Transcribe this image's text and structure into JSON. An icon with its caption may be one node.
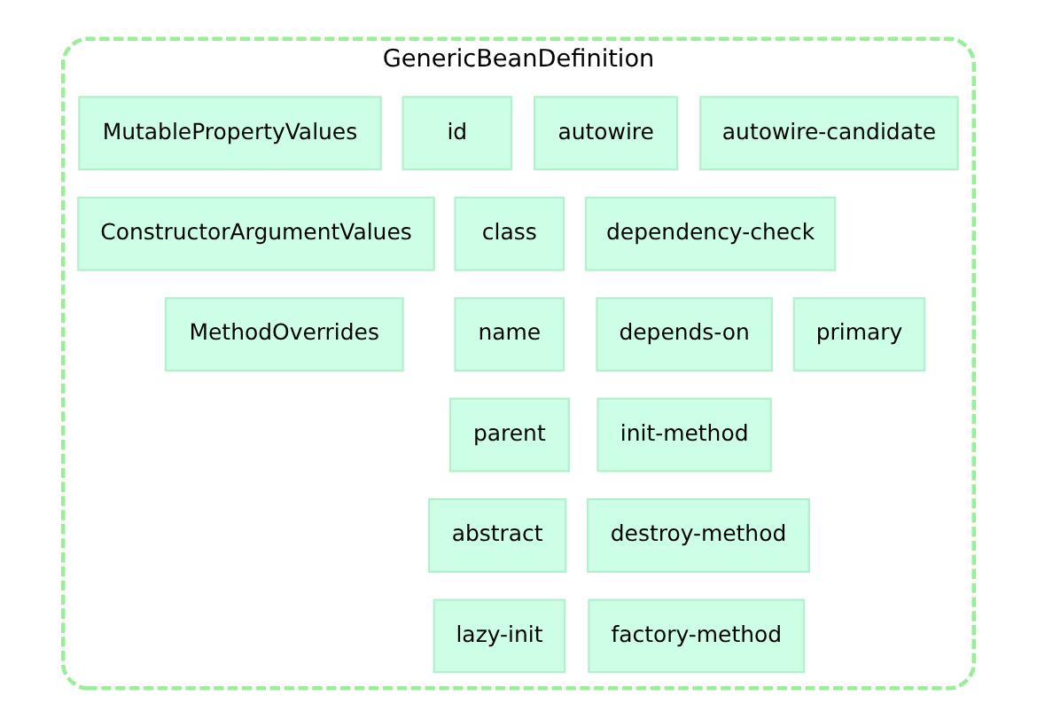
{
  "diagram": {
    "nodes": [
      {
        "text": [
          "GenericBeanDefinition"
        ]
      },
      {
        "text": [
          "MutablePropertyValues"
        ],
        "in": 0
      },
      {
        "text": [
          "id"
        ],
        "in": 0
      },
      {
        "text": [
          "autowire"
        ],
        "in": 0
      },
      {
        "text": [
          "autowire-candidate"
        ],
        "in": 0
      },
      {
        "text": [
          "ConstructorArgumentValues"
        ],
        "in": 0
      },
      {
        "text": [
          "class"
        ],
        "in": 0
      },
      {
        "text": [
          "dependency-check"
        ],
        "in": 0
      },
      {
        "text": [
          "MethodOverrides"
        ],
        "in": 0
      },
      {
        "text": [
          "name"
        ],
        "in": 0
      },
      {
        "text": [
          "depends-on"
        ],
        "in": 0
      },
      {
        "text": [
          "primary"
        ],
        "in": 0
      },
      {
        "text": [
          "parent"
        ],
        "in": 0
      },
      {
        "text": [
          "init-method"
        ],
        "in": 0
      },
      {
        "text": [
          "abstract"
        ],
        "in": 0
      },
      {
        "text": [
          "destroy-method"
        ],
        "in": 0
      },
      {
        "text": [
          "lazy-init"
        ],
        "in": 0
      },
      {
        "text": [
          "factory-method"
        ],
        "in": 0
      }
    ]
  }
}
